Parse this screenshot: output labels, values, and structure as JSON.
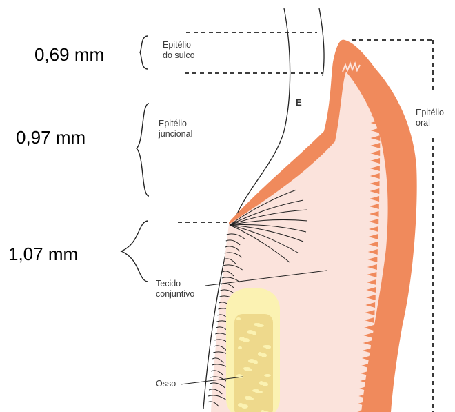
{
  "labels": {
    "sulcular_epithelium": [
      "Epitélio",
      "do sulco"
    ],
    "junctional_epithelium": [
      "Epitélio",
      "juncional"
    ],
    "connective_tissue": [
      "Tecido",
      "conjuntivo"
    ],
    "bone": "Osso",
    "oral_epithelium": [
      "Epitélio",
      "oral"
    ],
    "enamel": "E"
  },
  "measurements": {
    "sulcus_depth": "0,69 mm",
    "junctional_epithelium": "0,97 mm",
    "connective_attachment": "1,07 mm"
  },
  "colors": {
    "epithelium": "#f08a5c",
    "connective_tissue": "#fbe3dc",
    "bone_outer": "#fbf2b2",
    "bone_inner": "#eed98c",
    "lines": "#222222"
  }
}
